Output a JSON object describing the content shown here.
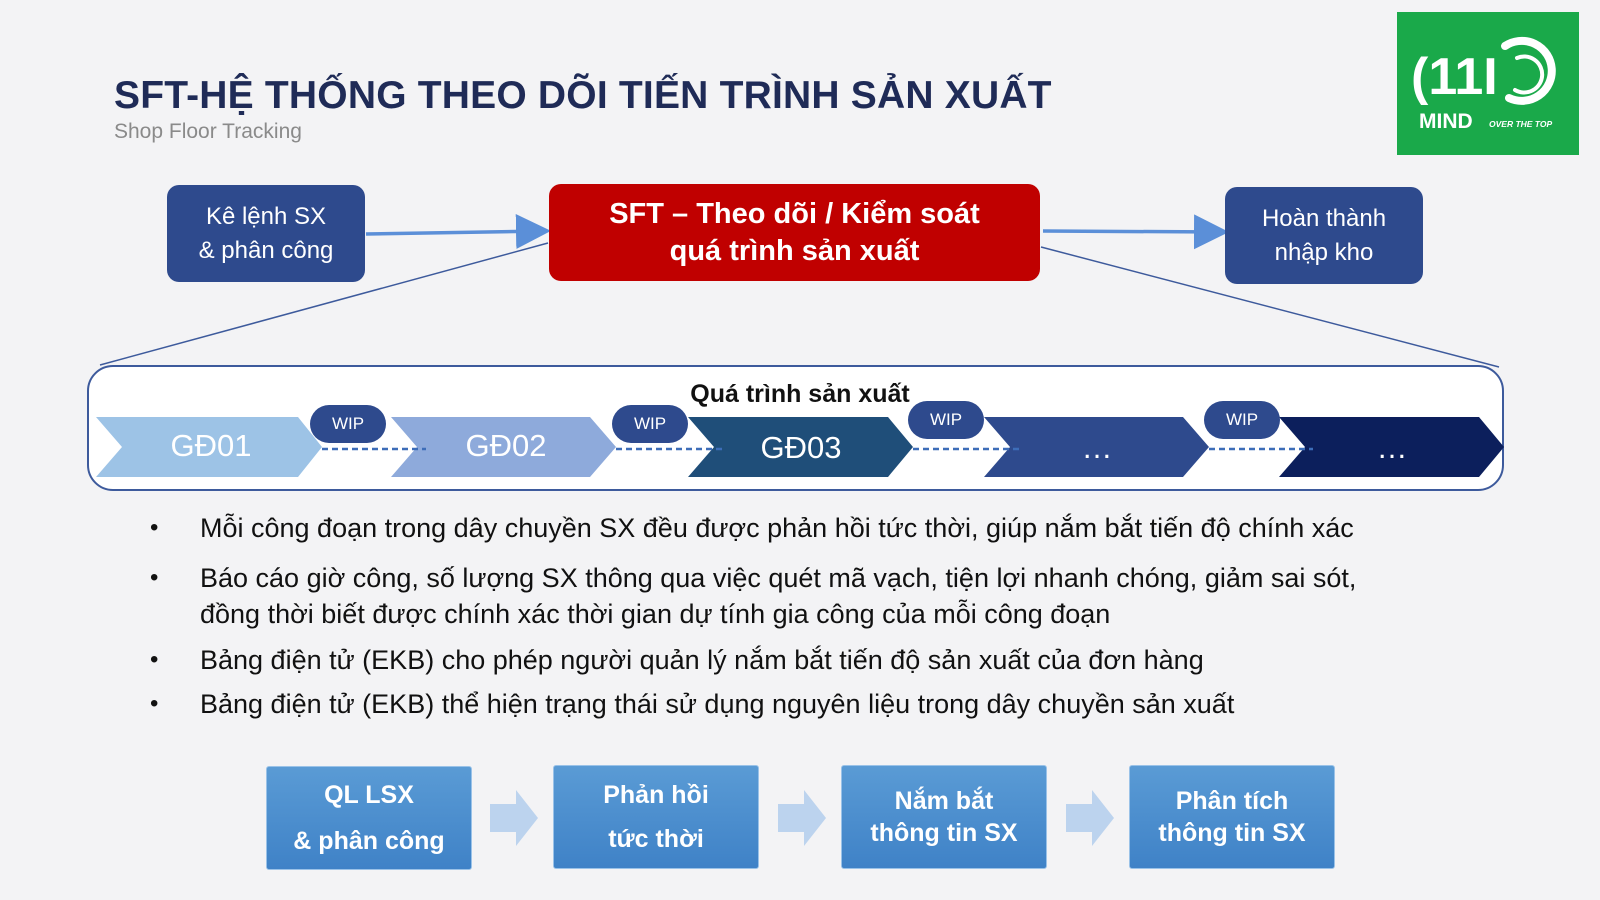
{
  "header": {
    "title": "SFT-HỆ THỐNG THEO DÕI TIẾN TRÌNH SẢN XUẤT",
    "subtitle": "Shop Floor Tracking"
  },
  "logo": {
    "brand": "MIND",
    "tagline": "OVER THE TOP",
    "mark_text": "(11I"
  },
  "top_flow": {
    "left": {
      "line1": "Kê lệnh SX",
      "line2": "& phân công"
    },
    "center": {
      "line1": "SFT – Theo dõi / Kiểm soát",
      "line2": "quá trình sản xuất"
    },
    "right": {
      "line1": "Hoàn thành",
      "line2": "nhập kho"
    }
  },
  "process": {
    "label": "Quá trình sản xuất",
    "stages": [
      {
        "label": "GĐ01",
        "color": "#9dc3e6"
      },
      {
        "label": "GĐ02",
        "color": "#8eaadb"
      },
      {
        "label": "GĐ03",
        "color": "#1f4e79"
      },
      {
        "label": "…",
        "color": "#2e4a8d"
      },
      {
        "label": "…",
        "color": "#0c1f5c"
      }
    ],
    "wip_label": "WIP"
  },
  "bullets": [
    {
      "line1": "Mỗi công đoạn trong dây chuyền SX đều được phản hồi tức thời, giúp nắm bắt tiến độ chính  xác",
      "line2": ""
    },
    {
      "line1": "Báo cáo giờ công, số lượng SX thông qua việc quét mã vạch, tiện lợi nhanh chóng, giảm sai sót,",
      "line2": "đồng thời biết được chính xác thời gian dự tính gia công của mỗi công đoạn"
    },
    {
      "line1": "Bảng điện tử (EKB) cho phép người quản lý nắm bắt tiến độ sản xuất của đơn hàng",
      "line2": ""
    },
    {
      "line1": "Bảng điện tử (EKB) thể hiện trạng thái sử dụng nguyên liệu trong dây chuyền sản xuất",
      "line2": ""
    }
  ],
  "bottom_flow": [
    {
      "line1": "QL LSX",
      "line2": "& phân công"
    },
    {
      "line1": "Phản hồi",
      "line2": "tức thời"
    },
    {
      "line1": "Nắm bắt",
      "line2": "thông tin SX"
    },
    {
      "line1": "Phân tích",
      "line2": "thông tin SX"
    }
  ],
  "colors": {
    "title": "#1f2b57",
    "box_blue": "#2e4a8d",
    "box_red": "#c00000",
    "connector": "#3d5a9c",
    "flow_box": "#4a8dcf",
    "logo_green": "#1aa94a"
  }
}
